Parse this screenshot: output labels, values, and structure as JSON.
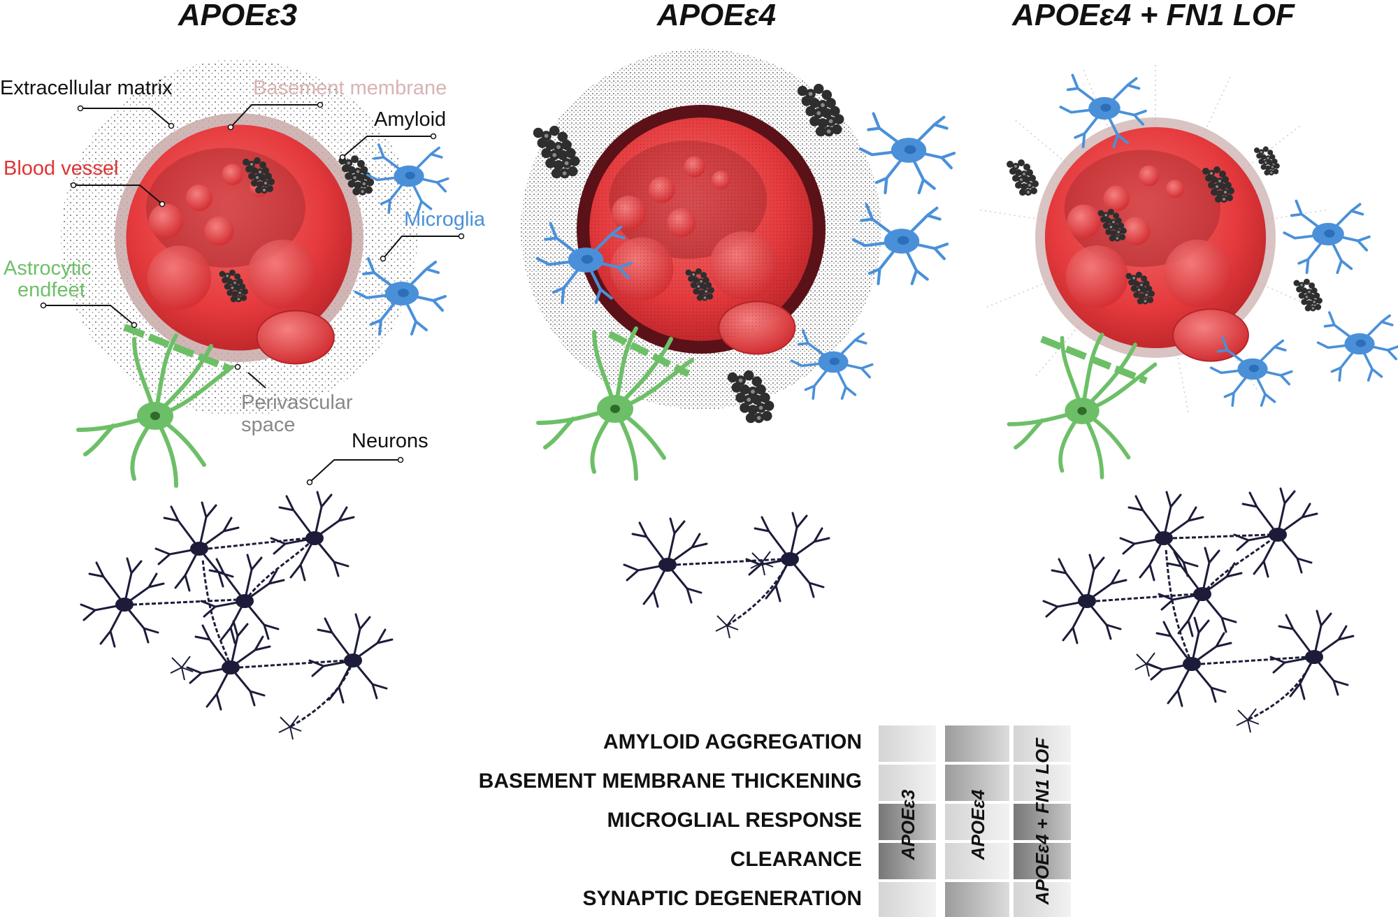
{
  "panels": {
    "apoe3": {
      "title": "APOEε3"
    },
    "apoe4": {
      "title": "APOEε4"
    },
    "apoe4_fn1": {
      "title": "APOEε4 + FN1 LOF"
    }
  },
  "labels": {
    "extracellular_matrix": "Extracellular matrix",
    "basement_membrane": "Basement membrane",
    "amyloid": "Amyloid",
    "blood_vessel": "Blood vessel",
    "microglia": "Microglia",
    "astrocytic_line1": "Astrocytic",
    "astrocytic_line2": "endfeet",
    "perivascular_line1": "Perivascular",
    "perivascular_line2": "space",
    "neurons": "Neurons"
  },
  "colors": {
    "vessel": "#e8393c",
    "vessel_dark": "#7a1a22",
    "basement_membrane": "#c9a9a9",
    "microglia": "#4a90d9",
    "astrocyte": "#6dbf67",
    "neuron": "#1c1c3a",
    "amyloid": "#3a3a3a",
    "label_red": "#e03434",
    "label_blue": "#4a90d9",
    "label_green": "#6dbf67",
    "label_gray": "#888888",
    "label_pink": "#d9b3b3"
  },
  "summary_table": {
    "rows": [
      "AMYLOID AGGREGATION",
      "BASEMENT MEMBRANE THICKENING",
      "MICROGLIAL RESPONSE",
      "CLEARANCE",
      "SYNAPTIC DEGENERATION"
    ],
    "columns": [
      "APOEε3",
      "APOEε4",
      "APOEε4 + FN1 LOF"
    ]
  }
}
